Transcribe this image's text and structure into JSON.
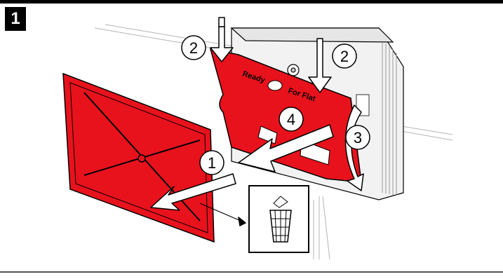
{
  "step_number": "1",
  "panel_labels": {
    "ready": "Ready",
    "for_flat": "For Flat"
  },
  "callouts": {
    "c1": "1",
    "c2a": "2",
    "c2b": "2",
    "c3": "3",
    "c4": "4"
  },
  "colors": {
    "panel_red": "#e8121c",
    "outline": "#000000",
    "grey_frame": "#eeeeee"
  },
  "icons": {
    "trash": "trash-bin-icon"
  }
}
